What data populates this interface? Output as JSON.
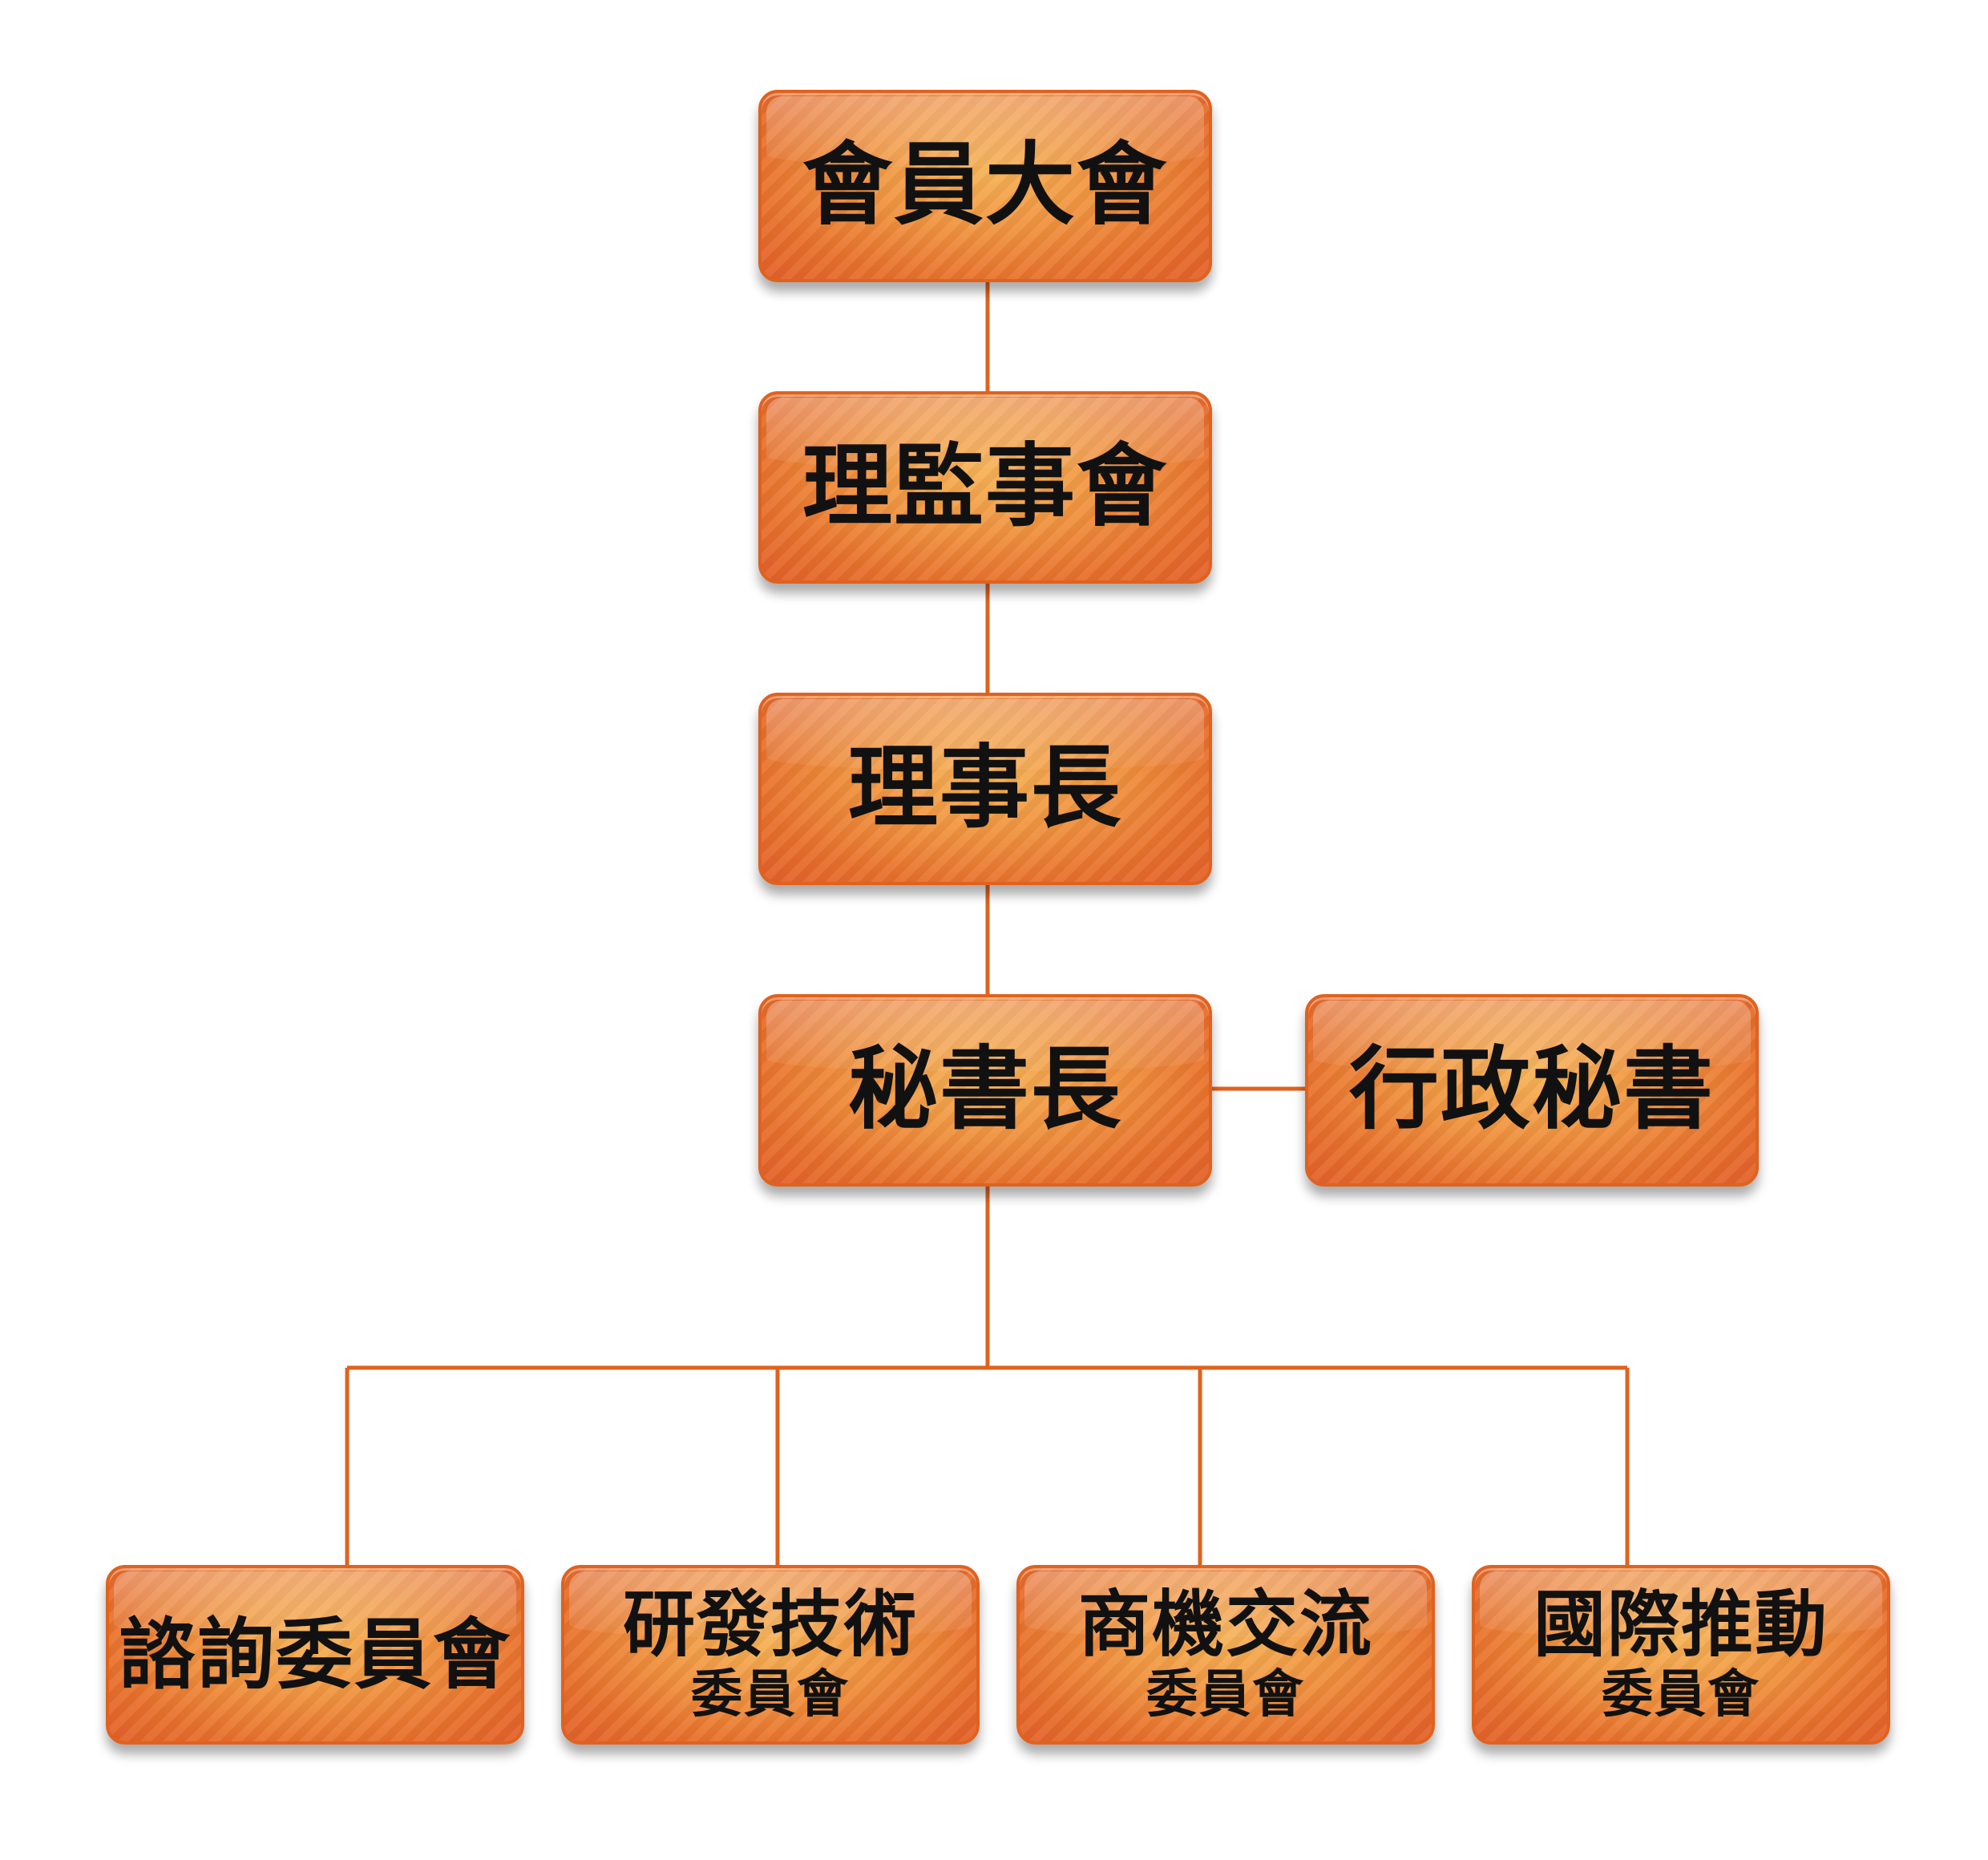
{
  "colors": {
    "connector": "#e0621e",
    "node_fill": "#f09440",
    "node_border": "#e0621e",
    "text": "#111111"
  },
  "nodes": {
    "general_assembly": {
      "label": "會員大會"
    },
    "board": {
      "label": "理監事會"
    },
    "chairman": {
      "label": "理事長"
    },
    "secretary_general": {
      "label": "秘書長"
    },
    "admin_secretary": {
      "label": "行政秘書"
    },
    "advisory_committee": {
      "label": "諮詢委員會"
    },
    "rnd_committee": {
      "label": "研發技術",
      "sublabel": "委員會"
    },
    "business_committee": {
      "label": "商機交流",
      "sublabel": "委員會"
    },
    "international_committee": {
      "label": "國際推動",
      "sublabel": "委員會"
    }
  }
}
